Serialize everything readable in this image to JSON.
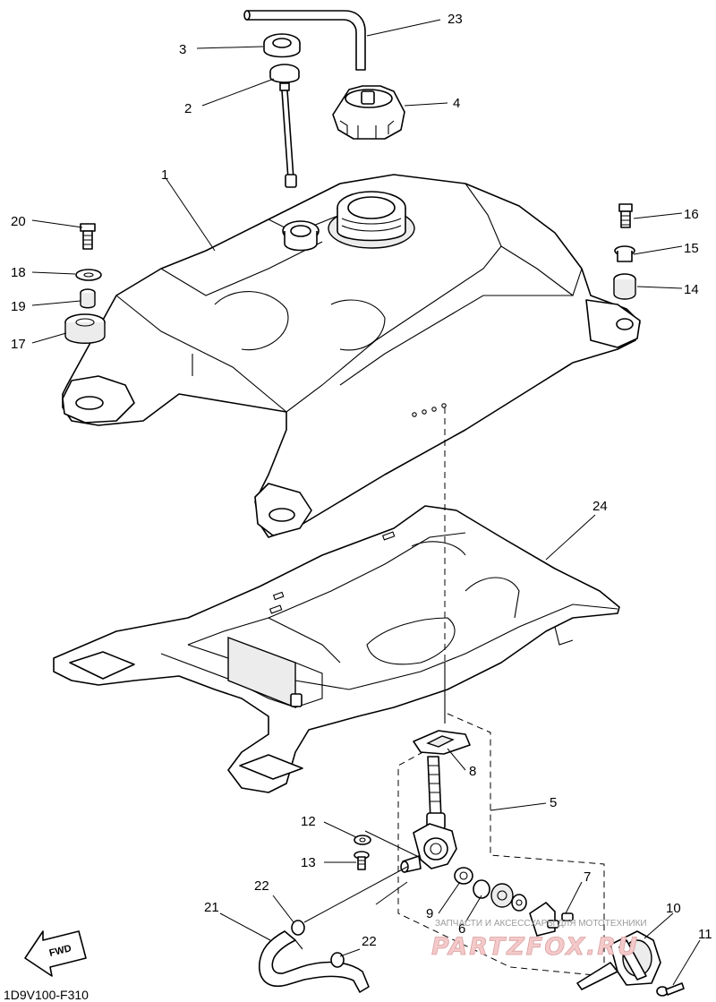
{
  "diagram_code": "1D9V100-F310",
  "fwd_label": "FWD",
  "watermark": {
    "top_text": "ЗАПЧАСТИ И АКСЕССУАРЫ ДЛЯ МОТОТЕХНИКИ",
    "main_text": "PARTZFOX.RU"
  },
  "callouts": {
    "c1": "1",
    "c2": "2",
    "c3": "3",
    "c4": "4",
    "c5": "5",
    "c6": "6",
    "c7": "7",
    "c8": "8",
    "c9": "9",
    "c10": "10",
    "c11": "11",
    "c12": "12",
    "c13": "13",
    "c14": "14",
    "c15": "15",
    "c16": "16",
    "c17": "17",
    "c18": "18",
    "c19": "19",
    "c20": "20",
    "c21": "21",
    "c22a": "22",
    "c22b": "22",
    "c23": "23",
    "c24": "24"
  },
  "colors": {
    "line": "#000000",
    "watermark": "#f4c9c9"
  }
}
